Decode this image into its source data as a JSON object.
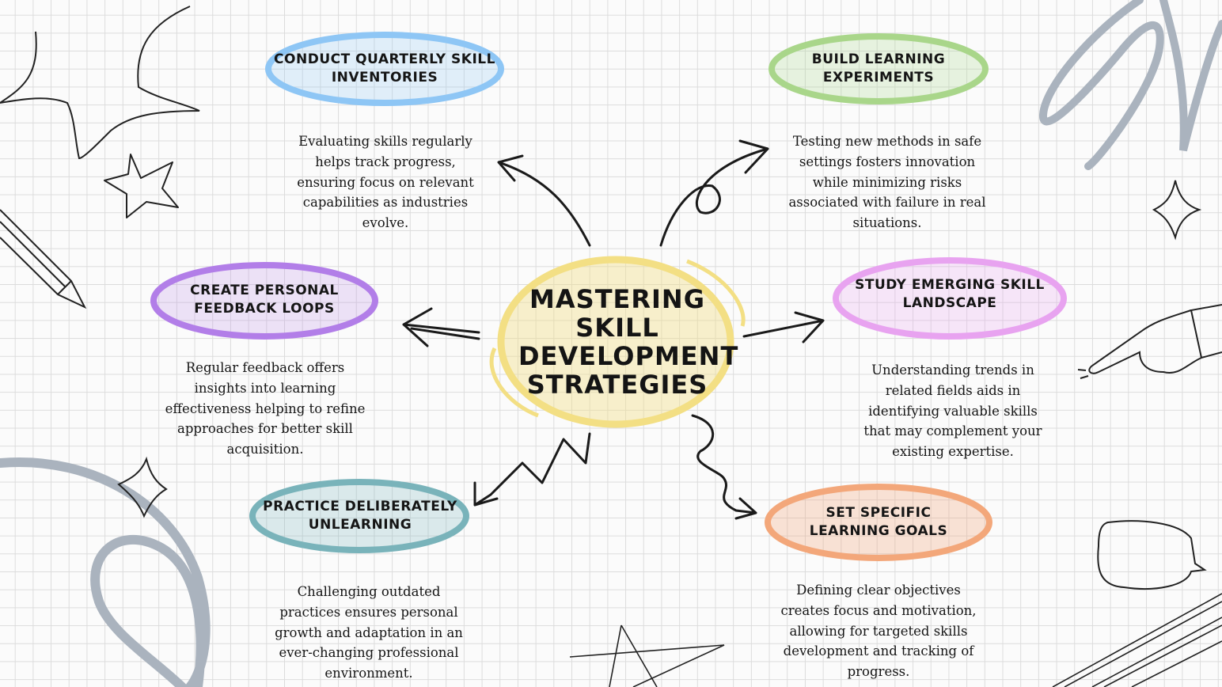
{
  "central_topic": "MASTERING SKILL DEVELOPMENT STRATEGIES",
  "nodes": [
    {
      "title": "CONDUCT QUARTERLY SKILL INVENTORIES",
      "description": "Evaluating skills regularly helps track progress, ensuring focus on relevant capabilities as industries evolve.",
      "color": "#8ec6f5"
    },
    {
      "title": "BUILD LEARNING EXPERIMENTS",
      "description": "Testing new methods in safe settings fosters innovation while minimizing risks associated with failure in real situations.",
      "color": "#a9d68a"
    },
    {
      "title": "CREATE PERSONAL FEEDBACK LOOPS",
      "description": "Regular feedback offers insights into learning effectiveness helping to refine approaches for better skill acquisition.",
      "color": "#b27ee8"
    },
    {
      "title": "STUDY EMERGING SKILL LANDSCAPE",
      "description": "Understanding trends in related fields aids in identifying valuable skills that may complement your existing expertise.",
      "color": "#e8a3f0"
    },
    {
      "title": "PRACTICE DELIBERATELY UNLEARNING",
      "description": "Challenging outdated practices ensures personal growth and adaptation in an ever-changing professional environment.",
      "color": "#79b3ba"
    },
    {
      "title": "SET SPECIFIC LEARNING GOALS",
      "description": "Defining clear objectives creates focus and motivation, allowing for targeted skills development and tracking of progress.",
      "color": "#f3a77a"
    }
  ],
  "center_color": "#f3df84"
}
